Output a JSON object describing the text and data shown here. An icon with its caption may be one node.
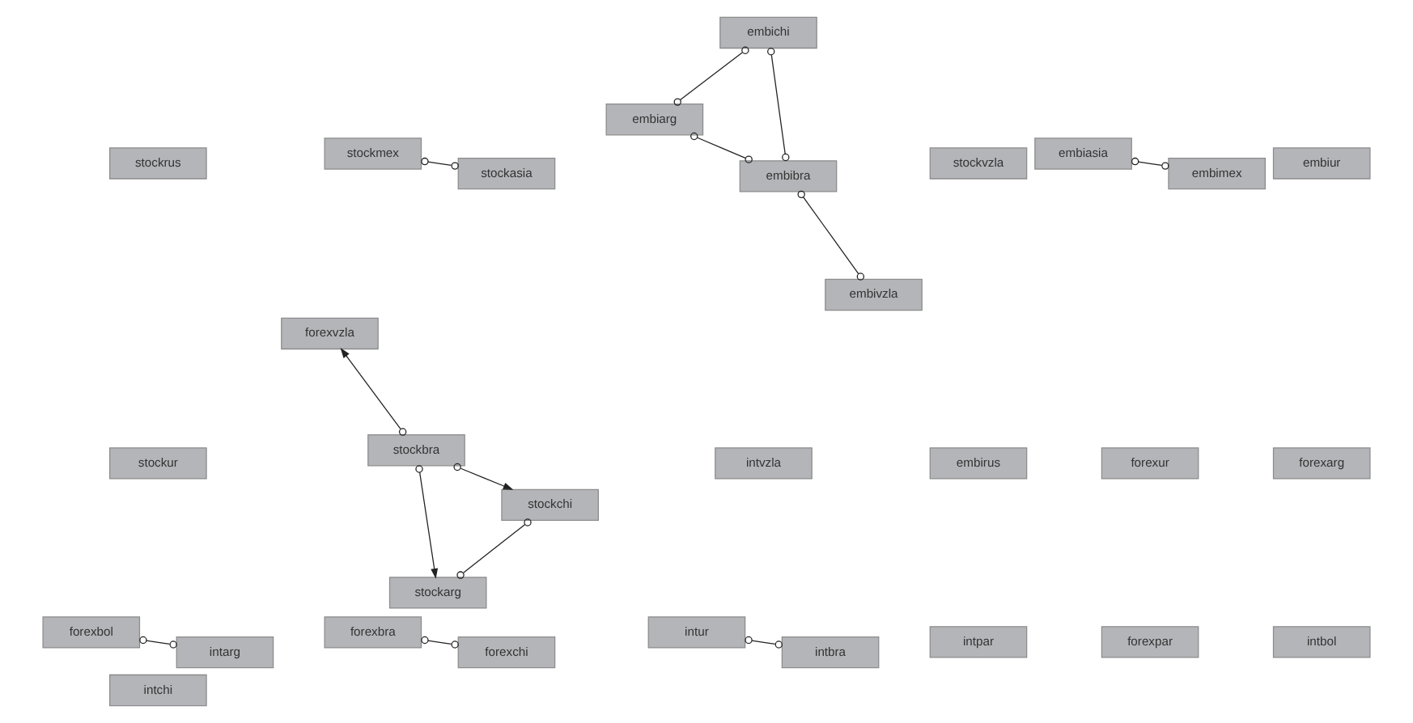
{
  "diagram": {
    "nodes": [
      {
        "text": [
          "stockrus"
        ]
      },
      {
        "text": [
          "stockmex"
        ]
      },
      {
        "text": [
          "embiarg"
        ]
      },
      {
        "text": [
          "embibra"
        ]
      },
      {
        "text": [
          "embivzla"
        ]
      },
      {
        "text": [
          "stockvzla"
        ]
      },
      {
        "text": [
          "stockasia"
        ]
      },
      {
        "text": [
          "embichi"
        ]
      },
      {
        "text": [
          "embiasia"
        ]
      },
      {
        "text": [
          "embiur"
        ]
      },
      {
        "text": [
          "stockur"
        ]
      },
      {
        "text": [
          "stockbra"
        ]
      },
      {
        "text": [
          "stockchi"
        ]
      },
      {
        "text": [
          "intvzla"
        ]
      },
      {
        "text": [
          "embirus"
        ]
      },
      {
        "text": [
          "embimex"
        ]
      },
      {
        "text": [
          "forexur"
        ]
      },
      {
        "text": [
          "forexarg"
        ]
      },
      {
        "text": [
          "forexbol"
        ]
      },
      {
        "text": [
          "stockarg"
        ]
      },
      {
        "text": [
          "forexvzla"
        ]
      },
      {
        "text": [
          "forexbra"
        ]
      },
      {
        "text": [
          "intur"
        ]
      },
      {
        "text": [
          "intpar"
        ]
      },
      {
        "text": [
          "forexpar"
        ]
      },
      {
        "text": [
          "intbra"
        ]
      },
      {
        "text": [
          "intbol"
        ]
      },
      {
        "text": [
          "intchi"
        ]
      },
      {
        "text": [
          "forexchi"
        ]
      },
      {
        "text": [
          "intarg"
        ]
      }
    ],
    "edges": [
      {
        "from": 1,
        "to": 6,
        "arrow": "other"
      },
      {
        "from": 2,
        "to": 3,
        "arrow": "other"
      },
      {
        "from": 3,
        "to": 4,
        "arrow": "other"
      },
      {
        "from": 2,
        "to": 7,
        "arrow": "other"
      },
      {
        "from": 3,
        "to": 7,
        "arrow": "other"
      },
      {
        "from": 8,
        "to": 15,
        "arrow": "other"
      },
      {
        "from": 11,
        "to": 12,
        "arrow": "to"
      },
      {
        "from": 11,
        "to": 19,
        "arrow": "to"
      },
      {
        "from": 11,
        "to": 20,
        "arrow": "to"
      },
      {
        "from": 12,
        "to": 19,
        "arrow": "other"
      },
      {
        "from": 18,
        "to": 29,
        "arrow": "other"
      },
      {
        "from": 21,
        "to": 28,
        "arrow": "other"
      },
      {
        "from": 22,
        "to": 25,
        "arrow": "other"
      }
    ]
  }
}
